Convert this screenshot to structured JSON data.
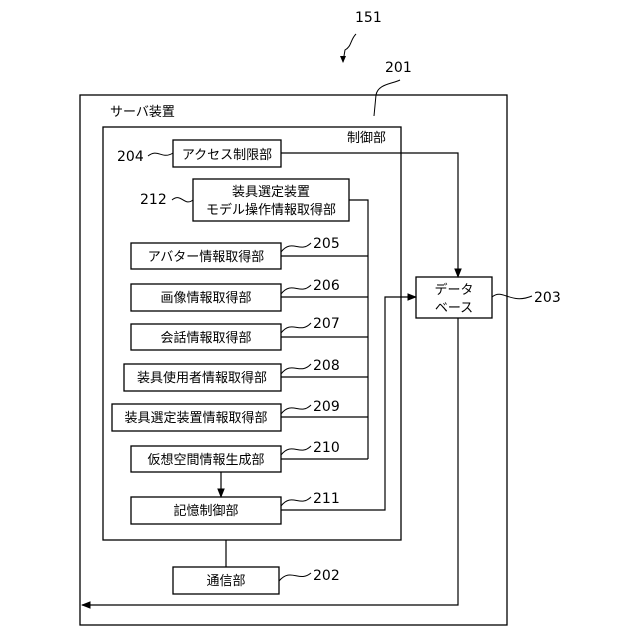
{
  "figure_ref": "151",
  "server": {
    "ref": "201",
    "label": "サーバ装置"
  },
  "control_unit": {
    "label": "制御部"
  },
  "modules": [
    {
      "id": "access",
      "ref": "204",
      "lines": [
        "アクセス制限部"
      ]
    },
    {
      "id": "equip-model",
      "ref": "212",
      "lines": [
        "装具選定装置",
        "モデル操作情報取得部"
      ]
    },
    {
      "id": "avatar",
      "ref": "205",
      "lines": [
        "アバター情報取得部"
      ]
    },
    {
      "id": "image",
      "ref": "206",
      "lines": [
        "画像情報取得部"
      ]
    },
    {
      "id": "conversation",
      "ref": "207",
      "lines": [
        "会話情報取得部"
      ]
    },
    {
      "id": "equip-user",
      "ref": "208",
      "lines": [
        "装具使用者情報取得部"
      ]
    },
    {
      "id": "equip-device",
      "ref": "209",
      "lines": [
        "装具選定装置情報取得部"
      ]
    },
    {
      "id": "virtual-space",
      "ref": "210",
      "lines": [
        "仮想空間情報生成部"
      ]
    },
    {
      "id": "storage",
      "ref": "211",
      "lines": [
        "記憶制御部"
      ]
    }
  ],
  "database": {
    "ref": "203",
    "lines": [
      "データ",
      "ベース"
    ]
  },
  "communication": {
    "ref": "202",
    "lines": [
      "通信部"
    ]
  }
}
